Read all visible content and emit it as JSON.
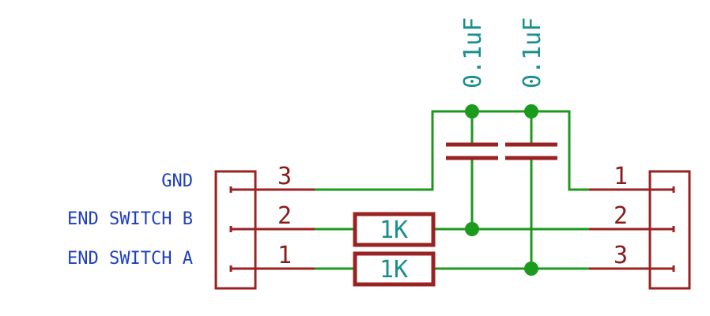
{
  "net_labels": {
    "gnd": "GND",
    "end_switch_b": "END SWITCH B",
    "end_switch_a": "END SWITCH A"
  },
  "left_connector": {
    "pins": [
      "3",
      "2",
      "1"
    ]
  },
  "right_connector": {
    "pins": [
      "1",
      "2",
      "3"
    ]
  },
  "resistors": [
    {
      "value": "1K"
    },
    {
      "value": "1K"
    }
  ],
  "capacitors": [
    {
      "value": "0.1uF"
    },
    {
      "value": "0.1uF"
    }
  ],
  "colors": {
    "wire": "#1c9a1c",
    "component": "#9b2222",
    "net_label": "#1f3fbf",
    "value_label": "#1b8f8f"
  }
}
